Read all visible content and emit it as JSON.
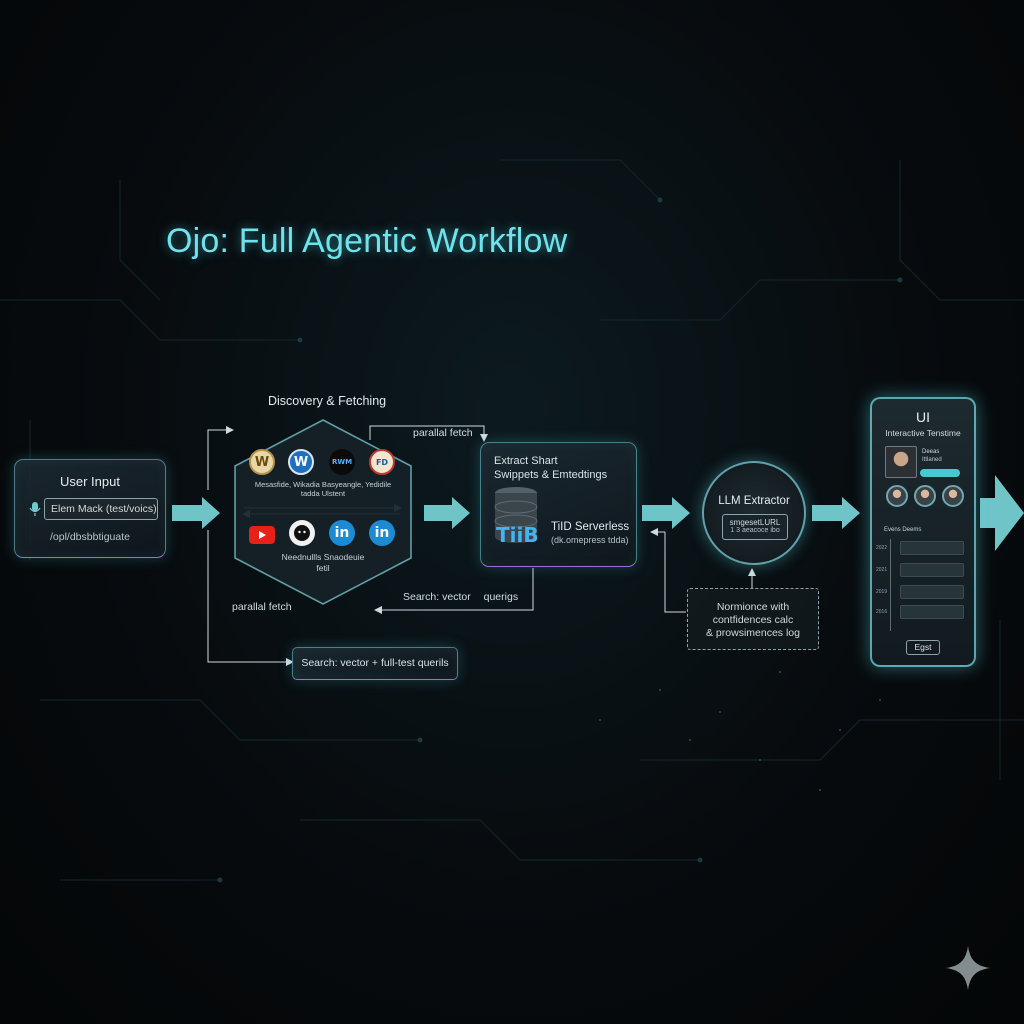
{
  "title": "Ojo: Full Agentic Workflow",
  "user_input": {
    "heading": "User Input",
    "field_value": "Elem Mack (test/voics)",
    "caption": "/opl/dbsbbtiguate",
    "icon": "microphone-icon"
  },
  "discovery": {
    "heading": "Discovery & Fetching",
    "sources_top_caption": "Mesasfide, Wikadia Basyeangle, Yedidile\ntadda Ulstent",
    "sources_bottom_caption": "Neednullls Snaodeuie\nfetil",
    "logos_top": [
      "W",
      "W",
      "RWM",
      "FD"
    ],
    "logos_bottom": [
      "youtube-icon",
      "github-icon",
      "linkedin-icon",
      "linkedin-icon"
    ],
    "linkedin_text": "in"
  },
  "labels": {
    "parallel_fetch_top": "parallal fetch",
    "parallel_fetch_left": "parallal fetch",
    "search_vector": "Search: vector",
    "search_vector_suffix": "querigs",
    "search_box": "Search: vector + full-test querils"
  },
  "extract": {
    "heading_line1": "Extract Shart",
    "heading_line2": "Swippets & Emtedtings",
    "db_text": "TiiB",
    "serverless_line1": "TiID Serverless",
    "serverless_line2": "(dk.omepress tdda)"
  },
  "llm": {
    "heading": "LLM Extractor",
    "inner_line1": "smgesetLURL",
    "inner_line2": "1 3 aeacoce ibo"
  },
  "normalize": {
    "line1": "Normionce with",
    "line2": "contfidences calc",
    "line3": "& prowsimences log"
  },
  "phone": {
    "heading": "UI",
    "subheading": "Interactive Tenstime",
    "profile_name": "Deeas",
    "profile_sub": "Ittlaned",
    "profile_button": "",
    "section_title": "Evens Deems",
    "timeline_labels": [
      "2022",
      "2021",
      "2019",
      "2016"
    ],
    "footer_button": "Egst"
  },
  "colors": {
    "accent": "#6fe3ec",
    "arrow": "#6fc4c8",
    "glow_purple": "#be82ff",
    "youtube": "#e62117",
    "linkedin": "#1b8bd3"
  }
}
